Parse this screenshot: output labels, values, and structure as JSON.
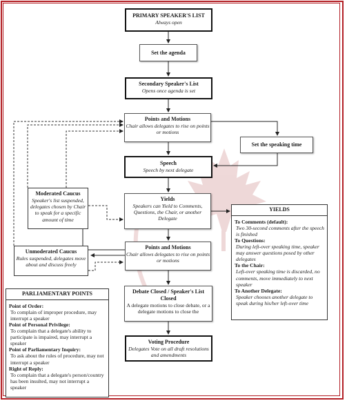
{
  "nodes": {
    "primary": {
      "title": "PRIMARY SPEAKER'S LIST",
      "sub": "Always open"
    },
    "agenda": {
      "title": "Set the agenda"
    },
    "secondary": {
      "title": "Secondary Speaker's List",
      "sub": "Opens once agenda is set"
    },
    "pm1": {
      "title": "Points and Motions",
      "sub": "Chair allows delegates to rise on points or motions"
    },
    "speaking_time": {
      "title": "Set the speaking time"
    },
    "speech": {
      "title": "Speech",
      "sub": "Speech by next delegate"
    },
    "moderated": {
      "title": "Moderated Caucus",
      "sub": "Speaker's list suspended, delegates chosen by Chair to speak for a specific amount of time"
    },
    "yields": {
      "title": "Yields",
      "sub": "Speakers can Yield to Comments, Questions, the Chair, or another Delegate"
    },
    "unmoderated": {
      "title": "Unmoderated Caucus",
      "sub": "Rules suspended, delegates move about and discuss freely"
    },
    "pm2": {
      "title": "Points and Motions",
      "sub": "Chair allows delegates to rise on points or motions"
    },
    "debate_closed": {
      "title": "Debate Closed / Speaker's List Closed",
      "sub": "A delegate motions to close debate, or a delegate motions to close the"
    },
    "voting": {
      "title": "Voting Procedure",
      "sub": "Delegates Vote on all draft resolutions and amendments"
    }
  },
  "yields_panel": {
    "heading": "YIELDS",
    "items": [
      {
        "title": "To Comments (default):",
        "desc": "Two 30-second comments after the speech is finished"
      },
      {
        "title": "To Questions:",
        "desc": "During left-over speaking time, speaker may answer questions posed by other delegates"
      },
      {
        "title": "To the Chair:",
        "desc": "Left-over speaking time is discarded, no comments, move immediately to next speaker"
      },
      {
        "title": "To Another Delegate:",
        "desc": "Speaker chooses another delegate to speak during his/her left-over time"
      }
    ]
  },
  "parliamentary_panel": {
    "heading": "PARLIAMENTARY POINTS",
    "items": [
      {
        "title": "Point of Order:",
        "desc": "To complain of improper procedure, may interrupt a speaker"
      },
      {
        "title": "Point of Personal Privilege:",
        "desc": "To complain that a delegate's ability to participate is impaired, may interrupt a speaker"
      },
      {
        "title": "Point of Parliamentary Inquiry:",
        "desc": "To ask about the rules of procedure, may not interrupt a speaker"
      },
      {
        "title": "Right of Reply:",
        "desc": "To complain that a delegate's person/country has been insulted, may not interrupt a speaker"
      }
    ]
  },
  "colors": {
    "frame": "#b21e24",
    "watermark": "#e9c6c6",
    "line": "#222222"
  }
}
